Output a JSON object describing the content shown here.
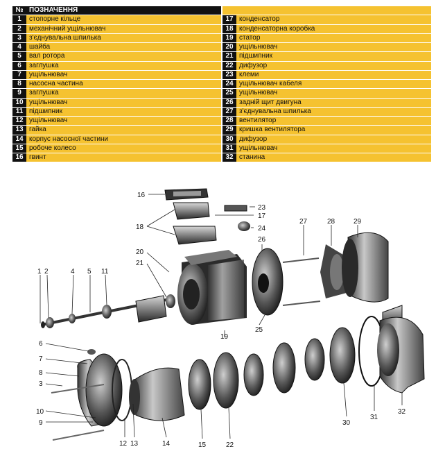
{
  "table": {
    "header_num": "№",
    "header_label": "ПОЗНАЧЕННЯ",
    "left": [
      {
        "num": "1",
        "name": "стопорне кільце"
      },
      {
        "num": "2",
        "name": "механічний ущільнювач"
      },
      {
        "num": "3",
        "name": "з'єднувальна шпилька"
      },
      {
        "num": "4",
        "name": "шайба"
      },
      {
        "num": "5",
        "name": "вал ротора"
      },
      {
        "num": "6",
        "name": "заглушка"
      },
      {
        "num": "7",
        "name": "ущільнювач"
      },
      {
        "num": "8",
        "name": "насосна частина"
      },
      {
        "num": "9",
        "name": "заглушка"
      },
      {
        "num": "10",
        "name": "ущільнювач"
      },
      {
        "num": "11",
        "name": "підшипник"
      },
      {
        "num": "12",
        "name": "ущільнювач"
      },
      {
        "num": "13",
        "name": "гайка"
      },
      {
        "num": "14",
        "name": "корпус насосної частини"
      },
      {
        "num": "15",
        "name": "робоче колесо"
      },
      {
        "num": "16",
        "name": "гвинт"
      }
    ],
    "right": [
      {
        "num": "17",
        "name": "конденсатор"
      },
      {
        "num": "18",
        "name": "конденсаторна коробка"
      },
      {
        "num": "19",
        "name": "статор"
      },
      {
        "num": "20",
        "name": "ущільнювач"
      },
      {
        "num": "21",
        "name": "підшипник"
      },
      {
        "num": "22",
        "name": "дифузор"
      },
      {
        "num": "23",
        "name": "клеми"
      },
      {
        "num": "24",
        "name": "ущільнювач кабеля"
      },
      {
        "num": "25",
        "name": "ущільнювач"
      },
      {
        "num": "26",
        "name": "задній щит двигуна"
      },
      {
        "num": "27",
        "name": "з'єднувальна шпилька"
      },
      {
        "num": "28",
        "name": "вентилятор"
      },
      {
        "num": "29",
        "name": "кришка вентилятора"
      },
      {
        "num": "30",
        "name": "дифузор"
      },
      {
        "num": "31",
        "name": "ущільнювач"
      },
      {
        "num": "32",
        "name": "станина"
      }
    ]
  },
  "callouts": [
    "1",
    "2",
    "3",
    "4",
    "5",
    "6",
    "7",
    "8",
    "9",
    "10",
    "11",
    "12",
    "13",
    "14",
    "15",
    "16",
    "17",
    "18",
    "19",
    "20",
    "21",
    "22",
    "23",
    "24",
    "25",
    "26",
    "27",
    "28",
    "29",
    "30",
    "31",
    "32"
  ]
}
